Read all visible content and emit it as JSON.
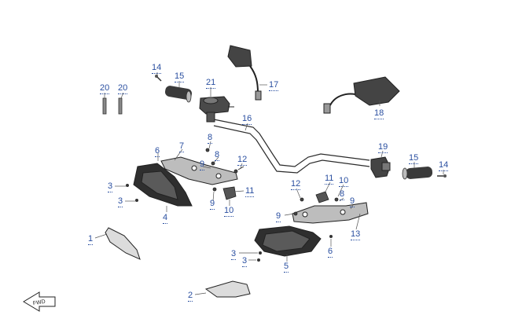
{
  "diagram": {
    "type": "exploded parts diagram",
    "fwd_label": "FWD",
    "colors": {
      "callout": "#2a4fa0",
      "line": "#2b2b2b",
      "part_dark": "#333333",
      "part_light": "#dcdcdc"
    },
    "callouts": [
      {
        "id": "c14a",
        "text": "14"
      },
      {
        "id": "c15a",
        "text": "15"
      },
      {
        "id": "c21",
        "text": "21"
      },
      {
        "id": "c17",
        "text": "17"
      },
      {
        "id": "c20a",
        "text": "20"
      },
      {
        "id": "c20b",
        "text": "20"
      },
      {
        "id": "c16",
        "text": "16"
      },
      {
        "id": "c18",
        "text": "18"
      },
      {
        "id": "c6a",
        "text": "6"
      },
      {
        "id": "c7",
        "text": "7"
      },
      {
        "id": "c8a",
        "text": "8"
      },
      {
        "id": "c8b",
        "text": "8"
      },
      {
        "id": "c9a",
        "text": "9"
      },
      {
        "id": "c3a",
        "text": "3"
      },
      {
        "id": "c3b",
        "text": "3"
      },
      {
        "id": "c4",
        "text": "4"
      },
      {
        "id": "c12a",
        "text": "12"
      },
      {
        "id": "c11a",
        "text": "11"
      },
      {
        "id": "c9b",
        "text": "9"
      },
      {
        "id": "c10a",
        "text": "10"
      },
      {
        "id": "c19",
        "text": "19"
      },
      {
        "id": "c15b",
        "text": "15"
      },
      {
        "id": "c14b",
        "text": "14"
      },
      {
        "id": "c11b",
        "text": "11"
      },
      {
        "id": "c10b",
        "text": "10"
      },
      {
        "id": "c12b",
        "text": "12"
      },
      {
        "id": "c8c",
        "text": "8"
      },
      {
        "id": "c9c",
        "text": "9"
      },
      {
        "id": "c9d",
        "text": "9"
      },
      {
        "id": "c13",
        "text": "13"
      },
      {
        "id": "c1",
        "text": "1"
      },
      {
        "id": "c3c",
        "text": "3"
      },
      {
        "id": "c3d",
        "text": "3"
      },
      {
        "id": "c6b",
        "text": "6"
      },
      {
        "id": "c5",
        "text": "5"
      },
      {
        "id": "c2",
        "text": "2"
      }
    ]
  }
}
